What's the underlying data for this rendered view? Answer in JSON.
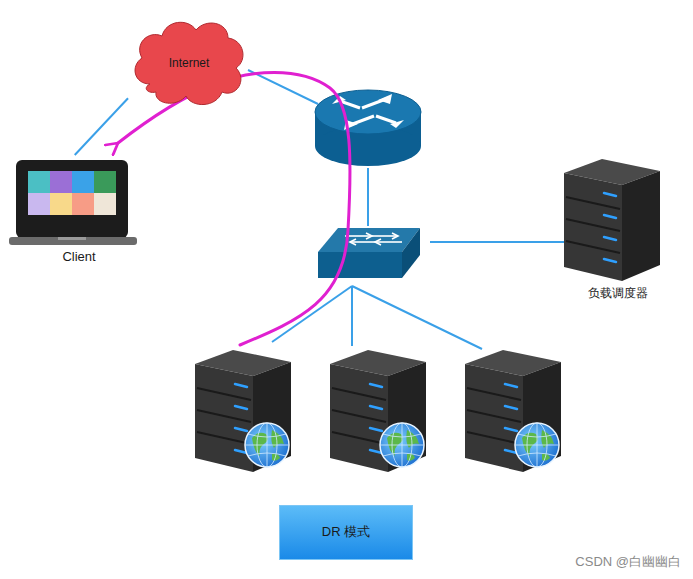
{
  "diagram": {
    "nodes": [
      {
        "text": [
          "Internet"
        ]
      },
      {
        "text": [
          "Client"
        ]
      },
      {
        "text": [
          "负载调度器"
        ]
      },
      {
        "text": [
          "DR 模式"
        ]
      }
    ],
    "edges": [
      {
        "from": 1,
        "to": 0,
        "arrow": "none"
      }
    ],
    "labels": [
      "CSDN @白幽幽白"
    ]
  }
}
